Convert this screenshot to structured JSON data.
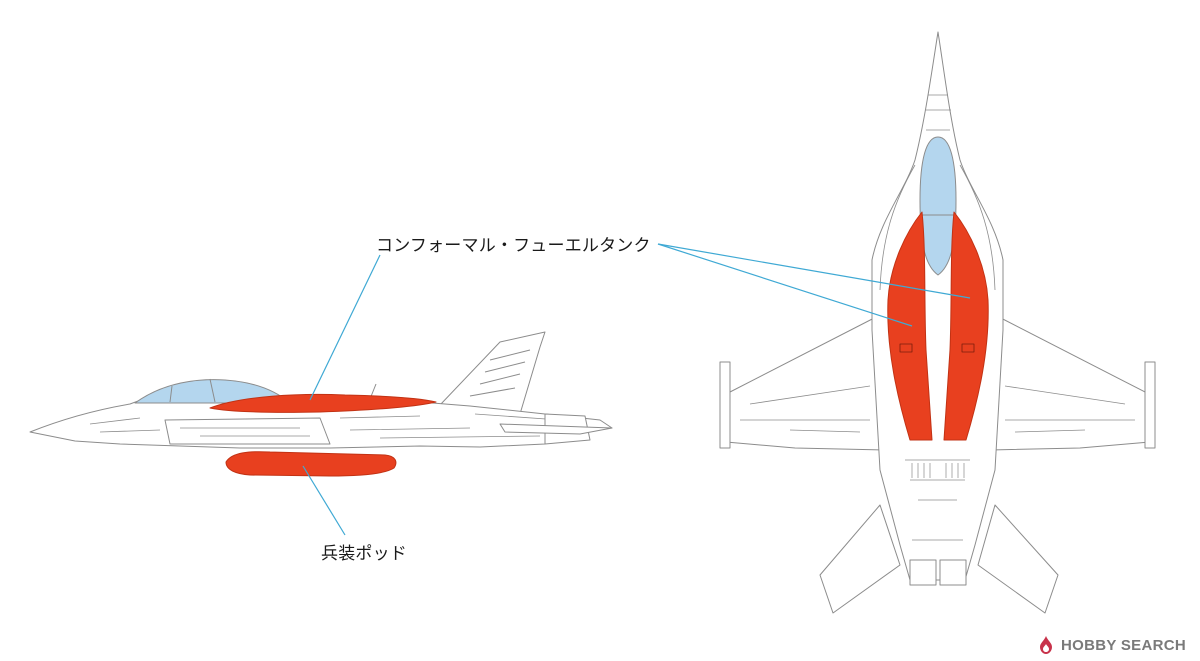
{
  "labels": {
    "conformal_fuel_tank": "コンフォーマル・フューエルタンク",
    "weapons_pod": "兵装ポッド"
  },
  "watermark": {
    "brand": "HOBBY SEARCH",
    "logo_icon": "hobby-search-logo-icon"
  },
  "colors": {
    "highlight": "#e8401f",
    "leader_line": "#3fa9d4",
    "outline": "#8c8c8c",
    "canopy": "#b4d6ee"
  }
}
